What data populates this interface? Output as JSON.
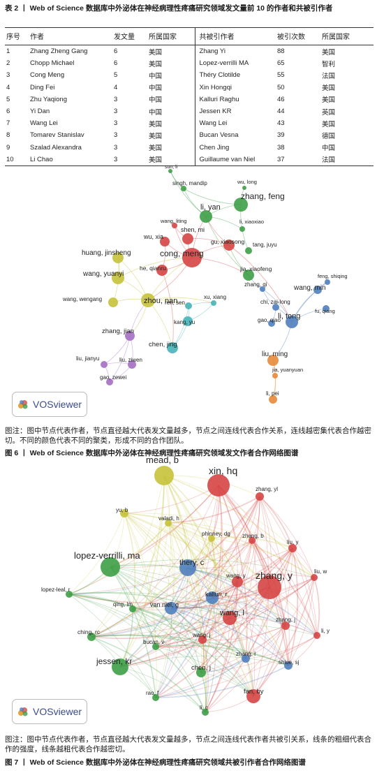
{
  "table": {
    "caption": "表 2 丨 Web of Science 数据库中外泌体在神经病理性疼痛研究领域发文量前 10 的作者和共被引作者",
    "headers": [
      "序号",
      "作者",
      "发文量",
      "所属国家",
      "共被引作者",
      "被引次数",
      "所属国家"
    ],
    "rows": [
      [
        "1",
        "Zhang Zheng Gang",
        "6",
        "美国",
        "Zhang Yi",
        "88",
        "美国"
      ],
      [
        "2",
        "Chopp Michael",
        "6",
        "美国",
        "Lopez-verrilli MA",
        "65",
        "智利"
      ],
      [
        "3",
        "Cong Meng",
        "5",
        "中国",
        "Théry Clotilde",
        "55",
        "法国"
      ],
      [
        "4",
        "Ding Fei",
        "4",
        "中国",
        "Xin Hongqi",
        "50",
        "美国"
      ],
      [
        "5",
        "Zhu Yaqiong",
        "3",
        "中国",
        "Kalluri Raghu",
        "46",
        "美国"
      ],
      [
        "6",
        "Yi Dan",
        "3",
        "中国",
        "Jessen KR",
        "44",
        "英国"
      ],
      [
        "7",
        "Wang Lei",
        "3",
        "美国",
        "Wang Lei",
        "43",
        "美国"
      ],
      [
        "8",
        "Tomarev Stanislav",
        "3",
        "美国",
        "Bucan Vesna",
        "39",
        "德国"
      ],
      [
        "9",
        "Szalad Alexandra",
        "3",
        "美国",
        "Chen Jing",
        "38",
        "中国"
      ],
      [
        "10",
        "Li Chao",
        "3",
        "美国",
        "Guillaume van Niel",
        "37",
        "法国"
      ]
    ]
  },
  "vosviewer_label": "VOSviewer",
  "figure6": {
    "note": "图注：图中节点代表作者，节点直径越大代表发文量越多，节点之间连线代表合作关系，连线越密集代表合作越密切。不同的颜色代表不同的聚类，形成不同的合作团队。",
    "caption": "图 6 丨 Web of Science 数据库中外泌体在神经病理性疼痛研究领域发文作者合作网络图谱",
    "nodes": [
      {
        "label": "sun, li",
        "color": "#3d9e46"
      },
      {
        "label": "singh, mandip",
        "color": "#3d9e46"
      },
      {
        "label": "wu, long",
        "color": "#3d9e46"
      },
      {
        "label": "zhang, feng",
        "color": "#3d9e46"
      },
      {
        "label": "li, yan",
        "color": "#3d9e46"
      },
      {
        "label": "wang, liting",
        "color": "#d64545"
      },
      {
        "label": "li, xiaoxiao",
        "color": "#3d9e46"
      },
      {
        "label": "shen, mi",
        "color": "#d64545"
      },
      {
        "label": "wu, xia",
        "color": "#d64545"
      },
      {
        "label": "gu, xiaosong",
        "color": "#d64545"
      },
      {
        "label": "tang, juyu",
        "color": "#3d9e46"
      },
      {
        "label": "cong, meng",
        "color": "#d64545"
      },
      {
        "label": "huang, jinsheng",
        "color": "#c6c23a"
      },
      {
        "label": "he, qianru",
        "color": "#d64545"
      },
      {
        "label": "wang, yuanyi",
        "color": "#c6c23a"
      },
      {
        "label": "jia, xiaofeng",
        "color": "#3d9e46"
      },
      {
        "label": "feng, shiqing",
        "color": "#4f7fbd"
      },
      {
        "label": "zhang, qi",
        "color": "#4f7fbd"
      },
      {
        "label": "wang, min",
        "color": "#4f7fbd"
      },
      {
        "label": "wang, wengang",
        "color": "#c6c23a"
      },
      {
        "label": "zhou, nan",
        "color": "#c6c23a"
      },
      {
        "label": "ren, sen",
        "color": "#47b3b8"
      },
      {
        "label": "xu, xiang",
        "color": "#47b3b8"
      },
      {
        "label": "chi, zai-long",
        "color": "#4f7fbd"
      },
      {
        "label": "fu, qiang",
        "color": "#4f7fbd"
      },
      {
        "label": "li, tong",
        "color": "#4f7fbd"
      },
      {
        "label": "kang, yu",
        "color": "#47b3b8"
      },
      {
        "label": "gao, qiao",
        "color": "#4f7fbd"
      },
      {
        "label": "zhang, jian",
        "color": "#a56fc4"
      },
      {
        "label": "chen, jing",
        "color": "#47b3b8"
      },
      {
        "label": "liu, ming",
        "color": "#e88a3a"
      },
      {
        "label": "liu, jianyu",
        "color": "#a56fc4"
      },
      {
        "label": "liu, ziwen",
        "color": "#a56fc4"
      },
      {
        "label": "jia, yuanyuan",
        "color": "#e88a3a"
      },
      {
        "label": "gao, zewei",
        "color": "#a56fc4"
      },
      {
        "label": "li, pei",
        "color": "#e88a3a"
      }
    ]
  },
  "figure7": {
    "note": "图注：图中节点代表作者，节点直径越大代表发文量越多，节点之间连线代表作者共被引关系，线条的粗细代表合作的强度，线条越粗代表合作越密切。",
    "caption": "图 7 丨 Web of Science 数据库中外泌体在神经病理性疼痛研究领域共被引作者合作网络图谱",
    "nodes": [
      {
        "label": "mead, b",
        "color": "#c6c23a"
      },
      {
        "label": "xin, hq",
        "color": "#d64545"
      },
      {
        "label": "zhang, yl",
        "color": "#d64545"
      },
      {
        "label": "yu, b",
        "color": "#c6c23a"
      },
      {
        "label": "valadi, h",
        "color": "#c6c23a"
      },
      {
        "label": "phinney, dg",
        "color": "#c6c23a"
      },
      {
        "label": "zhang, b",
        "color": "#d64545"
      },
      {
        "label": "liu, y",
        "color": "#d64545"
      },
      {
        "label": "lopez-verrilli, ma",
        "color": "#3d9e46"
      },
      {
        "label": "thery, c",
        "color": "#4f7fbd"
      },
      {
        "label": "wang, y",
        "color": "#d64545"
      },
      {
        "label": "zhang, y",
        "color": "#d64545"
      },
      {
        "label": "liu, w",
        "color": "#d64545"
      },
      {
        "label": "lopez-leal, r",
        "color": "#3d9e46"
      },
      {
        "label": "kalluri, r",
        "color": "#4f7fbd"
      },
      {
        "label": "qing, lm",
        "color": "#3d9e46"
      },
      {
        "label": "van niel, g",
        "color": "#4f7fbd"
      },
      {
        "label": "wang, l",
        "color": "#d64545"
      },
      {
        "label": "zhang, j",
        "color": "#d64545"
      },
      {
        "label": "ching, rc",
        "color": "#3d9e46"
      },
      {
        "label": "wang, j",
        "color": "#d64545"
      },
      {
        "label": "li, y",
        "color": "#d64545"
      },
      {
        "label": "bucan, v",
        "color": "#3d9e46"
      },
      {
        "label": "zhang, l",
        "color": "#4f7fbd"
      },
      {
        "label": "jessen, kr",
        "color": "#3d9e46"
      },
      {
        "label": "chen, j",
        "color": "#3d9e46"
      },
      {
        "label": "shiue, sj",
        "color": "#4f7fbd"
      },
      {
        "label": "fan, by",
        "color": "#d64545"
      },
      {
        "label": "rao, f",
        "color": "#3d9e46"
      },
      {
        "label": "li, c",
        "color": "#3d9e46"
      }
    ]
  }
}
